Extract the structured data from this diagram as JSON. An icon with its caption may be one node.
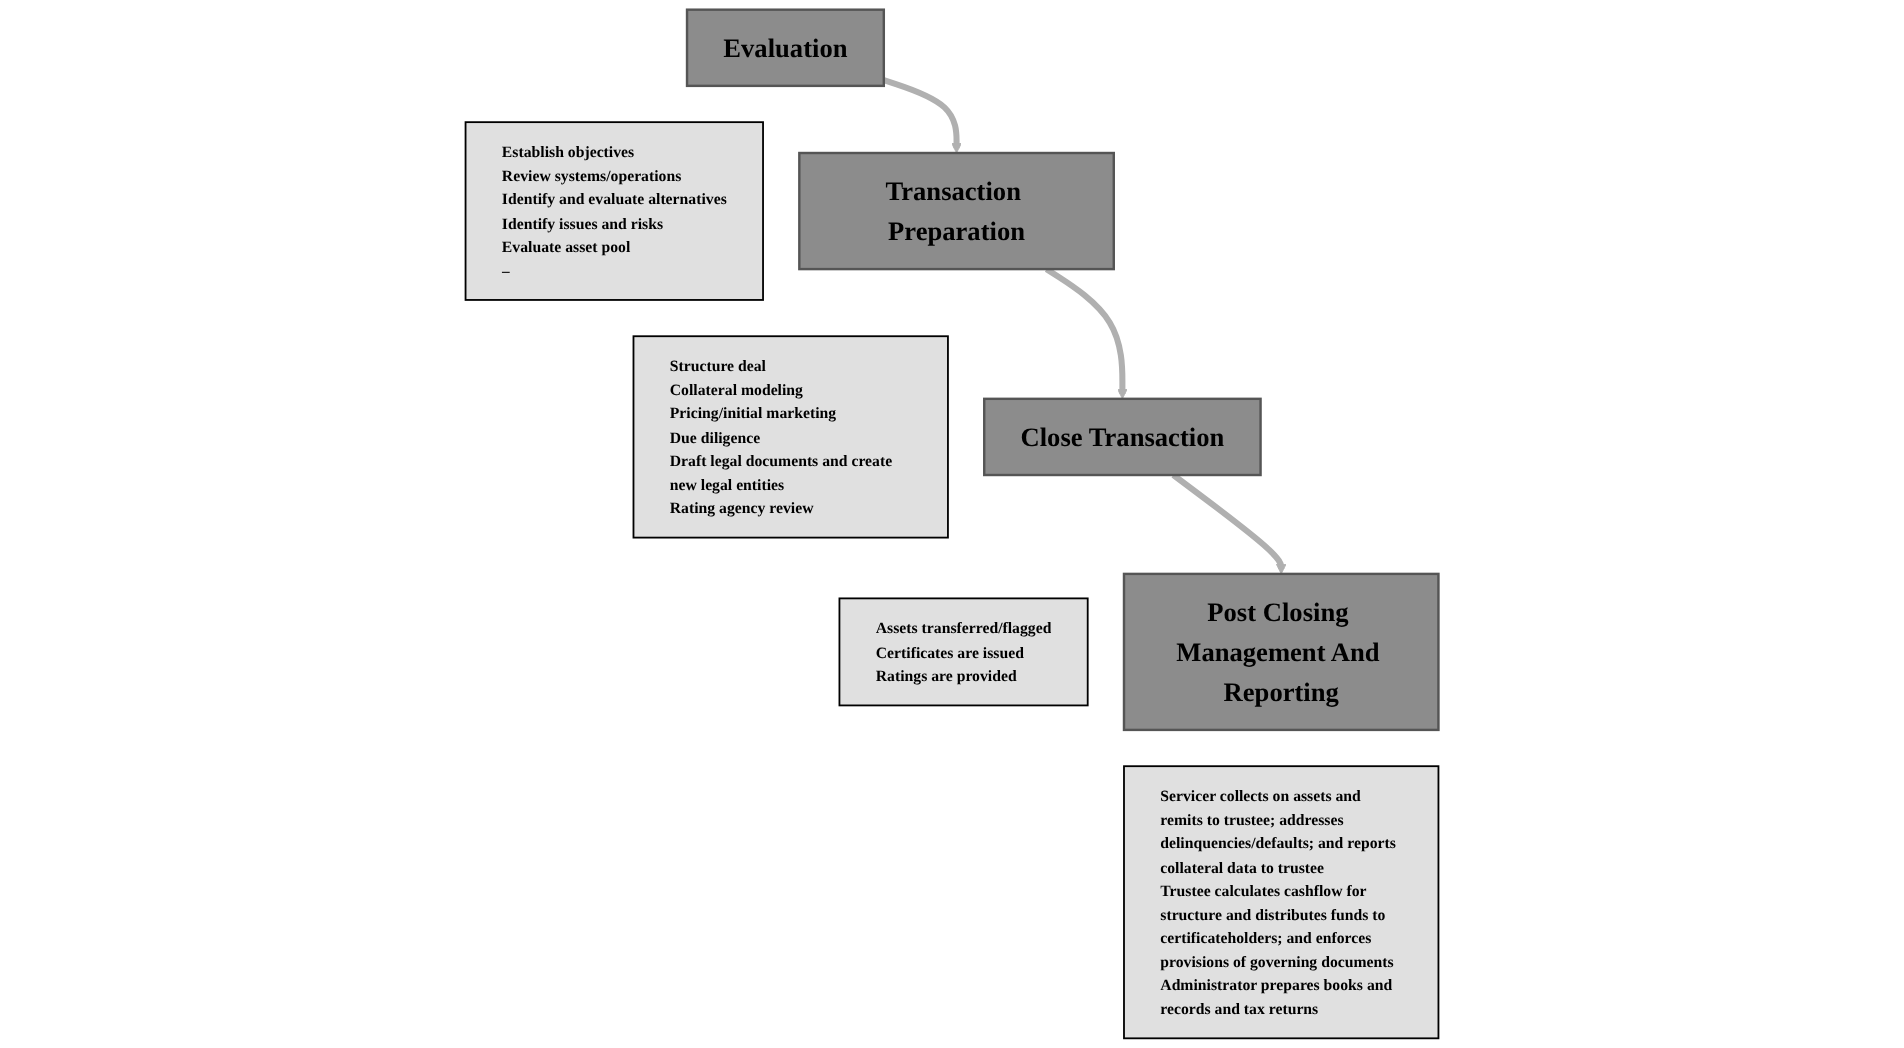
{
  "diagram": {
    "nodes": [
      {
        "text": [
          "Evaluation"
        ]
      },
      {
        "text": [
          "Establish objectives",
          "Review systems/operations",
          "Identify and evaluate alternatives",
          "Identify issues and risks",
          "Evaluate asset pool",
          "–"
        ]
      },
      {
        "text": [
          "Transaction Preparation"
        ]
      },
      {
        "text": [
          "Structure deal",
          "Collateral modeling",
          "Pricing/initial marketing",
          "Due diligence",
          "Draft legal documents and create new legal entities",
          "Rating agency review"
        ]
      },
      {
        "text": [
          "Close Transaction"
        ]
      },
      {
        "text": [
          "Assets transferred/flagged",
          "Certificates are issued",
          "Ratings are provided"
        ]
      },
      {
        "text": [
          "Post Closing Management And Reporting"
        ]
      },
      {
        "text": [
          "Servicer collects on assets and remits to trustee; addresses delinquencies/defaults; and reports collateral data to trustee",
          "Trustee calculates cashflow for structure and distributes funds to certificateholders; and enforces provisions of governing documents",
          "Administrator prepares books and records and tax returns"
        ]
      }
    ],
    "edges": [
      {
        "from": 0,
        "to": 2,
        "arrow": "to"
      },
      {
        "from": 2,
        "to": 4,
        "arrow": "to"
      },
      {
        "from": 4,
        "to": 6,
        "arrow": "to"
      }
    ]
  }
}
